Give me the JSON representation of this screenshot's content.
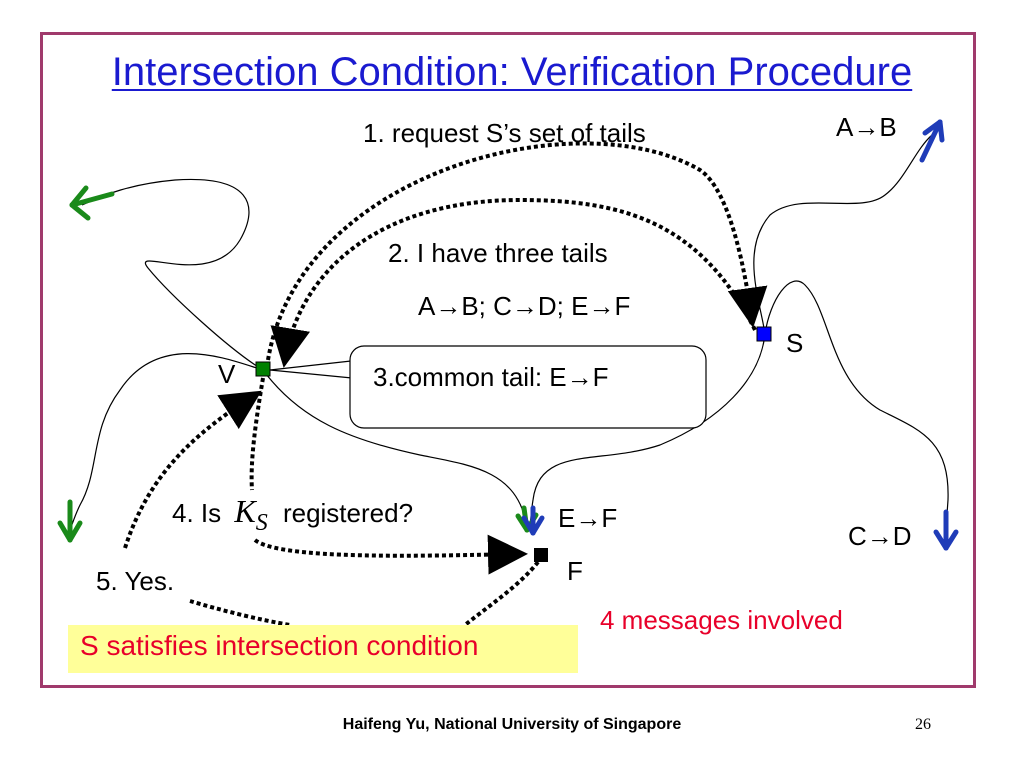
{
  "slide": {
    "title": "Intersection Condition: Verification Procedure",
    "footer": "Haifeng Yu, National University of Singapore",
    "page_number": "26"
  },
  "diagram": {
    "nodes": {
      "V": "V",
      "S": "S",
      "F": "F"
    },
    "messages": {
      "m1": "1. request S’s set of tails",
      "m2": "2. I have three tails",
      "m2_list": "A→B; C→D; E→F",
      "m3": "3.common tail: E→F",
      "m4_prefix": "4. Is",
      "m4_symbol": "K",
      "m4_subscript": "S",
      "m4_suffix": "registered?",
      "m5": "5. Yes."
    },
    "edge_labels": {
      "ab": "A→B",
      "cd": "C→D",
      "ef": "E→F"
    },
    "notes": {
      "count": "4 messages involved",
      "conclusion": "S satisfies intersection condition"
    }
  },
  "colors": {
    "frame": "#a03a6c",
    "title": "#1a1ad0",
    "accent_red": "#e8002a",
    "highlight": "#ffff99",
    "node_v": "#008000",
    "node_s": "#0000ff",
    "node_f": "#000000",
    "arrow_green": "#1a8a1a",
    "arrow_blue": "#1f3cb8"
  }
}
